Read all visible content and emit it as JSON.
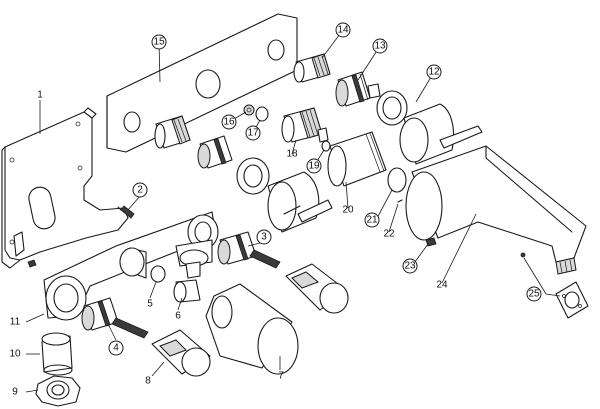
{
  "parts": {
    "p1": "1",
    "p2": "2",
    "p3": "3",
    "p4": "4",
    "p5": "5",
    "p6": "6",
    "p7": "7",
    "p8": "8",
    "p9": "9",
    "p10": "10",
    "p11": "11",
    "p12": "12",
    "p13": "13",
    "p14": "14",
    "p15": "15",
    "p16": "16",
    "p17": "17",
    "p18": "18",
    "p19": "19",
    "p20": "20",
    "p21": "21",
    "p22": "22",
    "p23": "23",
    "p24": "24",
    "p25": "25"
  }
}
